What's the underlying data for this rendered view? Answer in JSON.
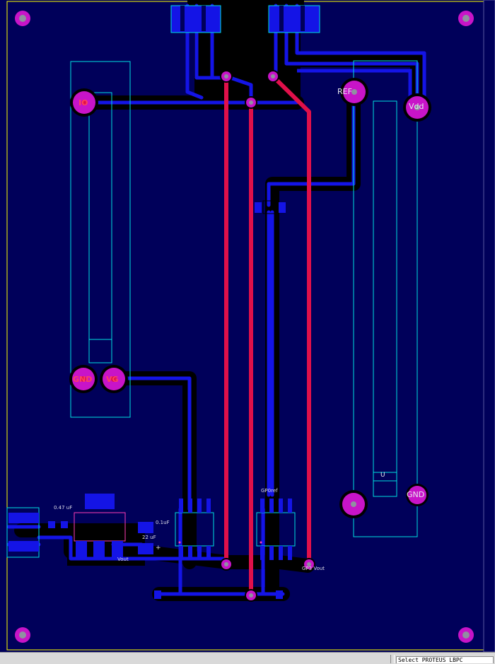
{
  "labels": {
    "ref": "REF",
    "vdd": "Vdd",
    "gnd": "GND",
    "io": "IO",
    "gnd2": "GND",
    "vg": "VG",
    "u": "U",
    "cap_047": "0.47 uF",
    "cap_01": "0.1uF",
    "cap_22": "22 uF",
    "plus": "+",
    "vout": "Vout",
    "gp0ref": "GP0ref",
    "gp3vout": "GP3 Vout"
  },
  "status": {
    "field_text": "Select PROTEUS LBPC"
  },
  "colors": {
    "board": "#00005a",
    "trace_bottom": "#1414e6",
    "trace_top": "#e0104a",
    "pad": "#c814c8",
    "outline": "#00e0e0",
    "silk_pink": "#ff3cb4",
    "board_edge": "#ffff00"
  }
}
